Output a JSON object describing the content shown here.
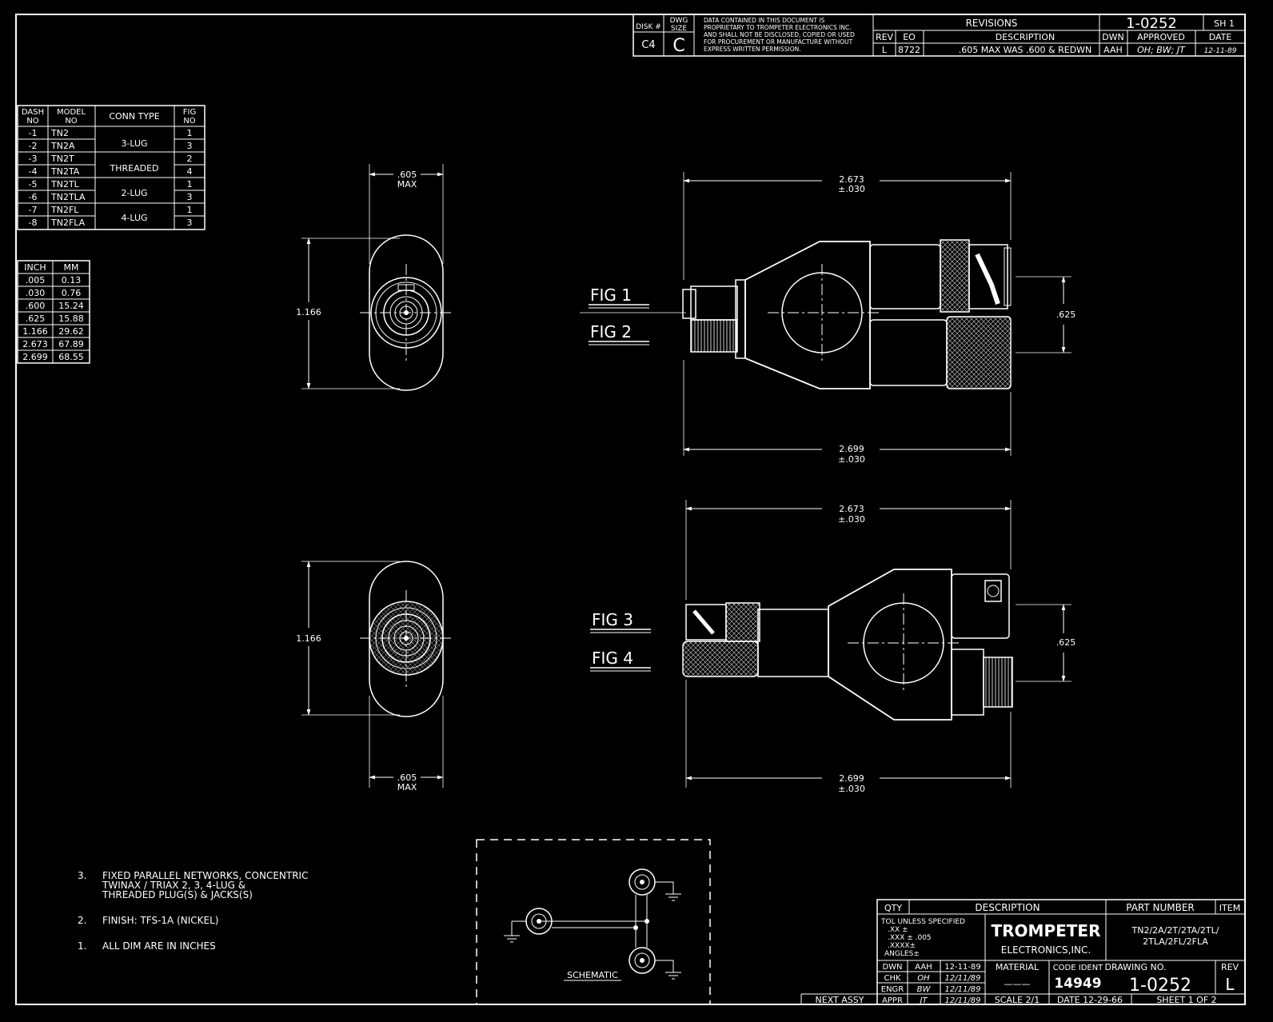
{
  "header": {
    "disk_label": "DISK #",
    "disk_value": "C4",
    "dwg_size_label": [
      "DWG",
      "SIZE"
    ],
    "dwg_size_value": "C",
    "proprietary_notice": [
      "DATA CONTAINED IN THIS DOCUMENT IS",
      "PROPRIETARY TO TROMPETER ELECTRONICS INC.",
      "AND SHALL NOT BE DISCLOSED, COPIED OR USED",
      "FOR PROCUREMENT OR MANUFACTURE WITHOUT",
      "EXPRESS WRITTEN PERMISSION."
    ],
    "revisions_title": "REVISIONS",
    "rev_headers": [
      "REV",
      "EO",
      "DESCRIPTION",
      "DWN",
      "APPROVED",
      "DATE"
    ],
    "rev_row": {
      "rev": "L",
      "eo": "8722",
      "description": ".605 MAX WAS .600 & REDWN",
      "dwn": "AAH",
      "approved": "OH; BW; JT",
      "date": "12-11-89"
    },
    "doc_number": "1-0252",
    "sheet_label": "SH 1"
  },
  "dash_table": {
    "headers": [
      "DASH NO",
      "MODEL NO",
      "CONN TYPE",
      "FIG NO"
    ],
    "rows": [
      {
        "dash": "-1",
        "model": "TN2",
        "fig": "1"
      },
      {
        "dash": "-2",
        "model": "TN2A",
        "fig": "3"
      },
      {
        "dash": "-3",
        "model": "TN2T",
        "fig": "2"
      },
      {
        "dash": "-4",
        "model": "TN2TA",
        "fig": "4"
      },
      {
        "dash": "-5",
        "model": "TN2TL",
        "fig": "1"
      },
      {
        "dash": "-6",
        "model": "TN2TLA",
        "fig": "3"
      },
      {
        "dash": "-7",
        "model": "TN2FL",
        "fig": "1"
      },
      {
        "dash": "-8",
        "model": "TN2FLA",
        "fig": "3"
      }
    ],
    "conn_types": [
      "3-LUG",
      "THREADED",
      "2-LUG",
      "4-LUG"
    ]
  },
  "conversion_table": {
    "headers": [
      "INCH",
      "MM"
    ],
    "rows": [
      [
        ".005",
        "0.13"
      ],
      [
        ".030",
        "0.76"
      ],
      [
        ".600",
        "15.24"
      ],
      [
        ".625",
        "15.88"
      ],
      [
        "1.166",
        "29.62"
      ],
      [
        "2.673",
        "67.89"
      ],
      [
        "2.699",
        "68.55"
      ]
    ]
  },
  "dimensions": {
    "width_top": ".605",
    "max_label": "MAX",
    "height": "1.166",
    "length_a": "2.673",
    "length_b": "2.699",
    "tolerance": "±.030",
    "spacing": ".625"
  },
  "figure_labels": [
    "FIG 1",
    "FIG 2",
    "FIG 3",
    "FIG 4"
  ],
  "notes": [
    {
      "num": "3.",
      "lines": [
        "FIXED PARALLEL NETWORKS, CONCENTRIC",
        "TWINAX / TRIAX 2, 3, 4-LUG &",
        "THREADED PLUG(S) & JACKS(S)"
      ]
    },
    {
      "num": "2.",
      "lines": [
        "FINISH: TFS-1A (NICKEL)"
      ]
    },
    {
      "num": "1.",
      "lines": [
        "ALL DIM ARE IN INCHES"
      ]
    }
  ],
  "schematic_label": "SCHEMATIC",
  "title_block": {
    "qty": "QTY",
    "description": "DESCRIPTION",
    "part_number": "PART NUMBER",
    "item": "ITEM",
    "tol_lines": [
      "TOL UNLESS SPECIFIED",
      ".XX ±",
      ".XXX ± .005",
      ".XXXX±",
      "ANGLES±"
    ],
    "company": [
      "TROMPETER",
      "ELECTRONICS,INC."
    ],
    "part_numbers": [
      "TN2/2A/2T/2TA/2TL/",
      "2TLA/2FL/2FLA"
    ],
    "dwn": "DWN",
    "dwn_by": "AAH",
    "dwn_date": "12-11-89",
    "chk": "CHK",
    "chk_by": "OH",
    "chk_date": "12/11/89",
    "engr": "ENGR",
    "engr_by": "BW",
    "engr_date": "12/11/89",
    "appr": "APPR",
    "appr_by": "JT",
    "appr_date": "12/11/89",
    "material": "MATERIAL",
    "material_value": "———",
    "code_ident": "CODE IDENT",
    "code_ident_value": "14949",
    "drawing_no_label": "DRAWING NO.",
    "drawing_no": "1-0252",
    "rev_label": "REV",
    "rev_value": "L",
    "scale": "SCALE 2/1",
    "date": "DATE 12-29-66",
    "sheet": "SHEET   1 OF 2",
    "next_assy": "NEXT ASSY"
  }
}
